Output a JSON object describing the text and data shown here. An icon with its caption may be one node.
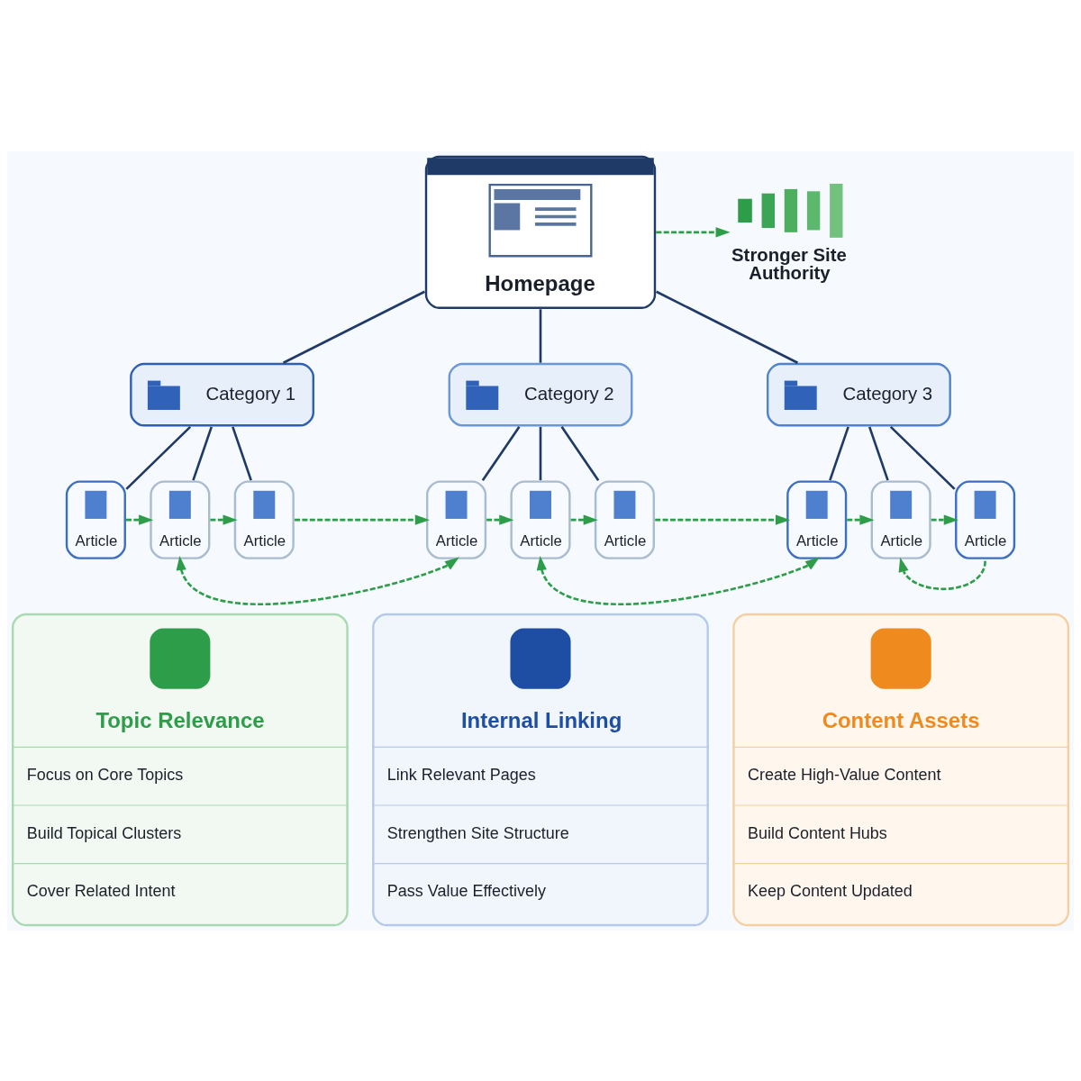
{
  "diagram": {
    "nodes": [
      {
        "text": [
          "Homepage"
        ]
      },
      {
        "text": [
          "Stronger Site Authority"
        ]
      },
      {
        "text": [
          "Category 1"
        ]
      },
      {
        "text": [
          "Category 2"
        ]
      },
      {
        "text": [
          "Category 3"
        ]
      },
      {
        "text": [
          "Article"
        ]
      },
      {
        "text": [
          "Article"
        ]
      },
      {
        "text": [
          "Article"
        ]
      },
      {
        "text": [
          "Article"
        ]
      },
      {
        "text": [
          "Article"
        ]
      },
      {
        "text": [
          "Article"
        ]
      },
      {
        "text": [
          "Article"
        ]
      },
      {
        "text": [
          "Article"
        ]
      },
      {
        "text": [
          "Article"
        ]
      },
      {
        "text": [
          "Topic Relevance",
          "Focus on Core Topics",
          "Build Topical Clusters",
          "Cover Related Intent"
        ]
      },
      {
        "text": [
          "Internal Linking",
          "Link Relevant Pages",
          "Strengthen Site Structure",
          "Pass Value Effectively"
        ]
      },
      {
        "text": [
          "Content Assets",
          "Create High-Value Content",
          "Build Content Hubs",
          "Keep Content Updated"
        ]
      }
    ],
    "edges": [
      {
        "from": 0,
        "to": 1,
        "arrow": "to",
        "style": "dashed",
        "color": "#2e9d4a"
      },
      {
        "from": 0,
        "to": 2,
        "arrow": "none",
        "color": "#1f3a66"
      },
      {
        "from": 0,
        "to": 3,
        "arrow": "none",
        "color": "#1f3a66"
      },
      {
        "from": 0,
        "to": 4,
        "arrow": "none",
        "color": "#1f3a66"
      },
      {
        "from": 2,
        "to": 5,
        "arrow": "none",
        "color": "#1f3a66"
      },
      {
        "from": 2,
        "to": 6,
        "arrow": "none",
        "color": "#1f3a66"
      },
      {
        "from": 2,
        "to": 7,
        "arrow": "none",
        "color": "#1f3a66"
      },
      {
        "from": 3,
        "to": 8,
        "arrow": "none",
        "color": "#1f3a66"
      },
      {
        "from": 3,
        "to": 9,
        "arrow": "none",
        "color": "#1f3a66"
      },
      {
        "from": 3,
        "to": 10,
        "arrow": "none",
        "color": "#1f3a66"
      },
      {
        "from": 4,
        "to": 11,
        "arrow": "none",
        "color": "#1f3a66"
      },
      {
        "from": 4,
        "to": 12,
        "arrow": "none",
        "color": "#1f3a66"
      },
      {
        "from": 4,
        "to": 13,
        "arrow": "none",
        "color": "#1f3a66"
      },
      {
        "from": 5,
        "to": 6,
        "arrow": "to",
        "style": "dashed",
        "color": "#2e9d4a"
      },
      {
        "from": 6,
        "to": 7,
        "arrow": "to",
        "style": "dashed",
        "color": "#2e9d4a"
      },
      {
        "from": 7,
        "to": 8,
        "arrow": "to",
        "style": "dashed",
        "color": "#2e9d4a"
      },
      {
        "from": 8,
        "to": 9,
        "arrow": "to",
        "style": "dashed",
        "color": "#2e9d4a"
      },
      {
        "from": 9,
        "to": 10,
        "arrow": "to",
        "style": "dashed",
        "color": "#2e9d4a"
      },
      {
        "from": 10,
        "to": 11,
        "arrow": "to",
        "style": "dashed",
        "color": "#2e9d4a"
      },
      {
        "from": 11,
        "to": 12,
        "arrow": "to",
        "style": "dashed",
        "color": "#2e9d4a"
      },
      {
        "from": 12,
        "to": 13,
        "arrow": "to",
        "style": "dashed",
        "color": "#2e9d4a"
      },
      {
        "from": 6,
        "to": 8,
        "arrow": "both",
        "style": "dashed",
        "color": "#2e9d4a"
      },
      {
        "from": 9,
        "to": 11,
        "arrow": "both",
        "style": "dashed",
        "color": "#2e9d4a"
      },
      {
        "from": 13,
        "to": 12,
        "arrow": "to",
        "style": "dashed",
        "color": "#2e9d4a"
      }
    ]
  }
}
